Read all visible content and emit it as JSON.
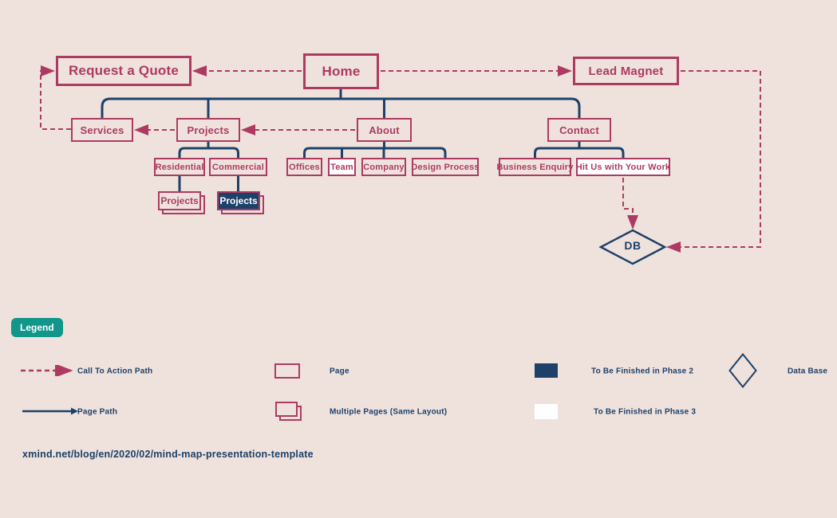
{
  "colors": {
    "background": "#efe2dd",
    "crimson": "#ad3b61",
    "navy": "#1d4168",
    "teal": "#10968a",
    "white": "#ffffff"
  },
  "diagram": {
    "nodes": {
      "request_quote": "Request a Quote",
      "home": "Home",
      "lead_magnet": "Lead Magnet",
      "services": "Services",
      "projects": "Projects",
      "about": "About",
      "contact": "Contact",
      "residential": "Residential",
      "commercial": "Commercial",
      "offices": "Offices",
      "team": "Team",
      "company": "Company",
      "design_process": "Design Process",
      "business_enquiry": "Business Enquiry",
      "hit_us": "Hit Us with Your Work",
      "projects_residential": "Projects",
      "projects_commercial": "Projects",
      "db": "DB"
    }
  },
  "legend": {
    "title": "Legend",
    "items": [
      {
        "label": "Call To Action Path",
        "swatch": "dashed-arrow"
      },
      {
        "label": "Page Path",
        "swatch": "solid-arrow"
      },
      {
        "label": "Page",
        "swatch": "outlined-rect"
      },
      {
        "label": "Multiple Pages (Same Layout)",
        "swatch": "stacked-rects"
      },
      {
        "label": "To Be Finished in Phase 2",
        "swatch": "navy-filled-rect"
      },
      {
        "label": "To Be Finished in Phase 3",
        "swatch": "white-filled-rect"
      },
      {
        "label": "Data Base",
        "swatch": "diamond-outline"
      }
    ]
  },
  "footer": {
    "url": "xmind.net/blog/en/2020/02/mind-map-presentation-template"
  }
}
